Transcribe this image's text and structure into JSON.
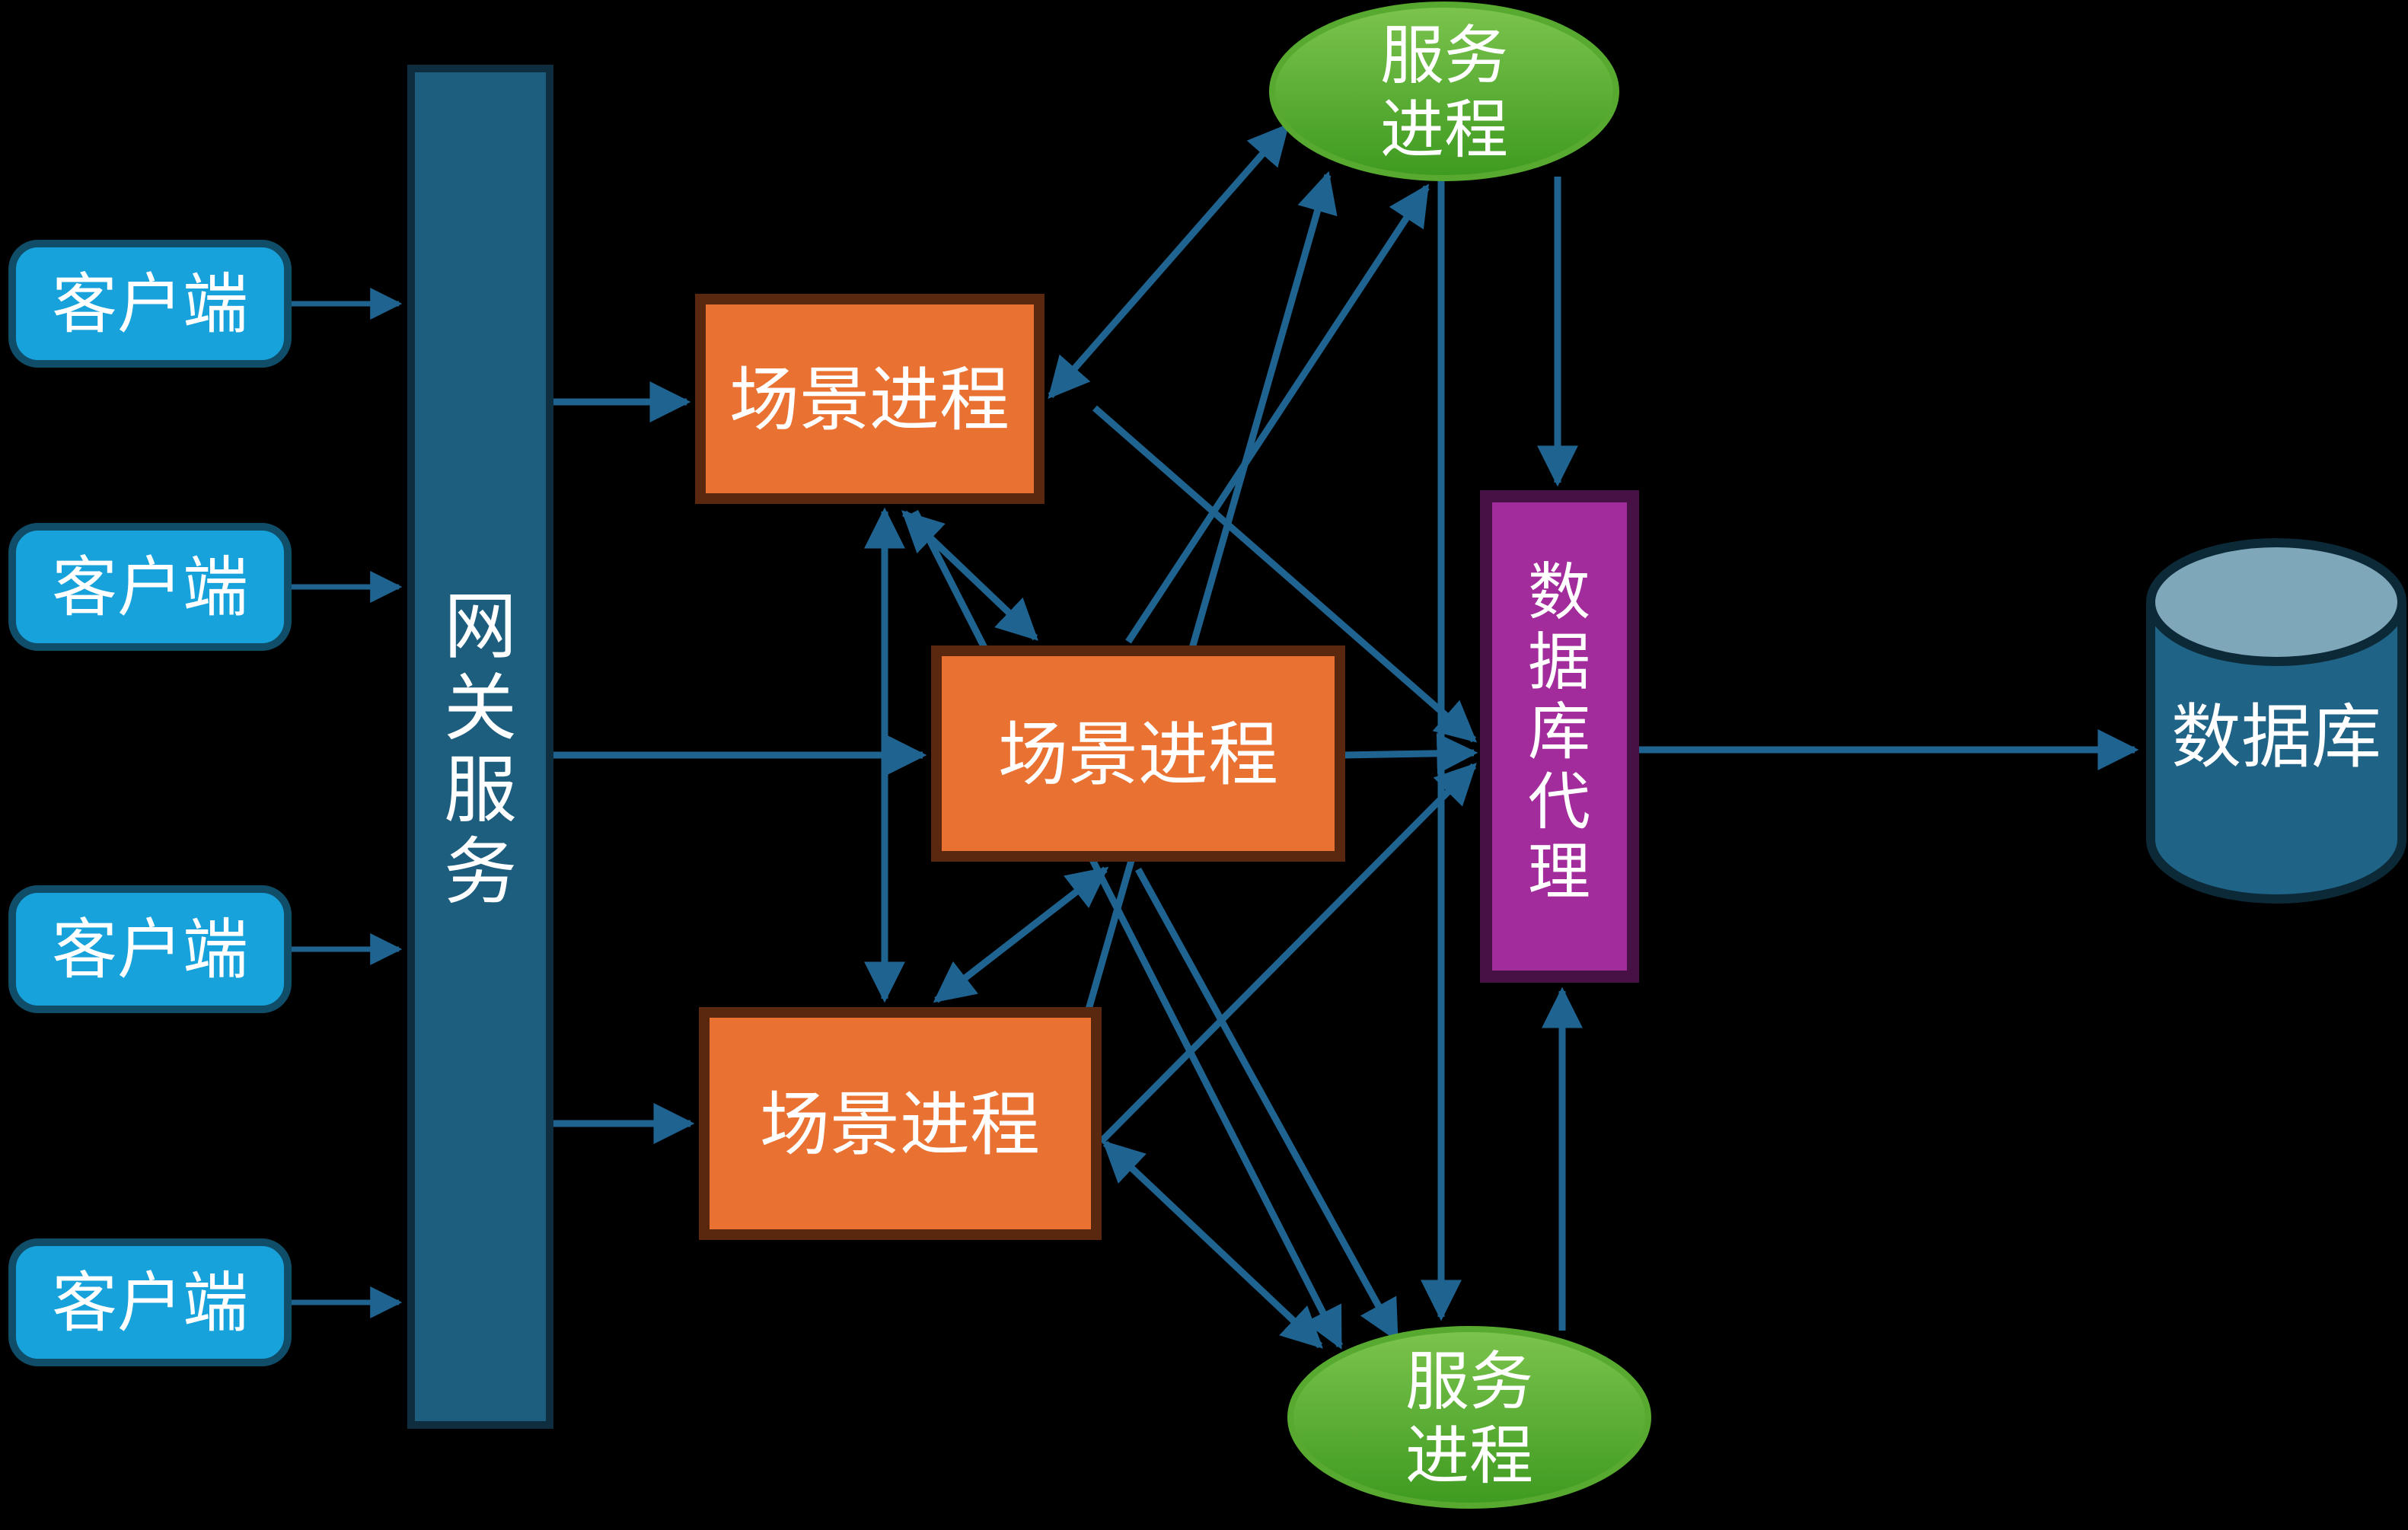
{
  "diagram": {
    "background_color": "#000000",
    "arrow_color": "#1f6391",
    "clients": [
      {
        "label": "客户端"
      },
      {
        "label": "客户端"
      },
      {
        "label": "客户端"
      },
      {
        "label": "客户端"
      }
    ],
    "gateway": {
      "label": "网关服务",
      "fill": "#1d5e7e",
      "border": "#0e2d3f",
      "text_color": "#ffffff"
    },
    "client_style": {
      "fill": "#18a2dc",
      "border": "#0f4d68",
      "text_color": "#ffffff"
    },
    "scene_processes": [
      {
        "label": "场景进程"
      },
      {
        "label": "场景进程"
      },
      {
        "label": "场景进程"
      }
    ],
    "scene_style": {
      "fill": "#e97132",
      "border": "#59280f",
      "text_color": "#ffffff"
    },
    "service_processes": [
      {
        "label": "服务\n进程",
        "position": "top"
      },
      {
        "label": "服务\n进程",
        "position": "bottom"
      }
    ],
    "service_style": {
      "fill_light": "#7cc44e",
      "fill_dark": "#3e9a20",
      "border": "#57a92f",
      "text_color": "#ffffff"
    },
    "db_proxy": {
      "label": "数据库代理",
      "fill": "#a32c9c",
      "border": "#471145",
      "text_color": "#ffffff"
    },
    "database": {
      "label": "数据库",
      "fill": "#1f6386",
      "top_fill": "#7fa7ba",
      "border": "#0c2938",
      "text_color": "#ffffff"
    },
    "edges": [
      {
        "from": "client-1",
        "to": "gateway",
        "bidirectional": false
      },
      {
        "from": "client-2",
        "to": "gateway",
        "bidirectional": false
      },
      {
        "from": "client-3",
        "to": "gateway",
        "bidirectional": false
      },
      {
        "from": "client-4",
        "to": "gateway",
        "bidirectional": false
      },
      {
        "from": "gateway",
        "to": "scene-process-1",
        "bidirectional": false
      },
      {
        "from": "gateway",
        "to": "scene-process-2",
        "bidirectional": false
      },
      {
        "from": "gateway",
        "to": "scene-process-3",
        "bidirectional": false
      },
      {
        "from": "scene-process-1",
        "to": "scene-process-2",
        "bidirectional": true
      },
      {
        "from": "scene-process-1",
        "to": "scene-process-3",
        "bidirectional": true
      },
      {
        "from": "scene-process-2",
        "to": "scene-process-3",
        "bidirectional": true
      },
      {
        "from": "scene-process-1",
        "to": "service-process-top",
        "bidirectional": true
      },
      {
        "from": "scene-process-2",
        "to": "service-process-top",
        "bidirectional": false
      },
      {
        "from": "scene-process-3",
        "to": "service-process-top",
        "bidirectional": false
      },
      {
        "from": "scene-process-1",
        "to": "service-process-bottom",
        "bidirectional": false
      },
      {
        "from": "scene-process-2",
        "to": "service-process-bottom",
        "bidirectional": false
      },
      {
        "from": "scene-process-3",
        "to": "service-process-bottom",
        "bidirectional": true
      },
      {
        "from": "scene-process-1",
        "to": "db-proxy",
        "bidirectional": false
      },
      {
        "from": "scene-process-2",
        "to": "db-proxy",
        "bidirectional": false
      },
      {
        "from": "scene-process-3",
        "to": "db-proxy",
        "bidirectional": false
      },
      {
        "from": "service-process-top",
        "to": "db-proxy",
        "bidirectional": false
      },
      {
        "from": "service-process-bottom",
        "to": "db-proxy",
        "bidirectional": false
      },
      {
        "from": "service-process-top",
        "to": "service-process-bottom",
        "bidirectional": false
      },
      {
        "from": "db-proxy",
        "to": "database",
        "bidirectional": false
      }
    ]
  }
}
